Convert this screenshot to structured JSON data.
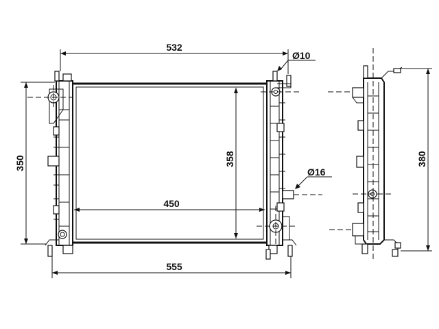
{
  "dimensions": {
    "top_width": "532",
    "bottom_width": "555",
    "core_width": "450",
    "left_height": "350",
    "core_height": "358",
    "side_height": "380",
    "small_diameter": "Ø10",
    "outlet_diameter": "Ø16"
  },
  "colors": {
    "line": "#111111",
    "background": "#ffffff"
  }
}
